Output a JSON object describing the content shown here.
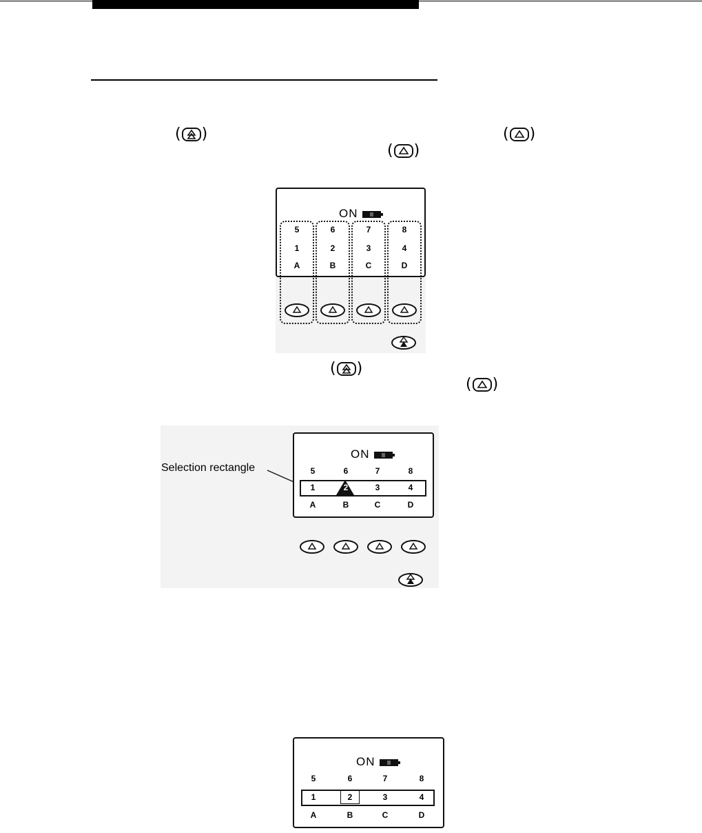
{
  "figure1": {
    "status": "ON",
    "rows": [
      [
        "5",
        "6",
        "7",
        "8"
      ],
      [
        "1",
        "2",
        "3",
        "4"
      ],
      [
        "A",
        "B",
        "C",
        "D"
      ]
    ]
  },
  "figure2": {
    "status": "ON",
    "callout": "Selection rectangle",
    "rows": [
      [
        "5",
        "6",
        "7",
        "8"
      ],
      [
        "1",
        "2",
        "3",
        "4"
      ],
      [
        "A",
        "B",
        "C",
        "D"
      ]
    ],
    "highlighted_key": "2"
  },
  "figure3": {
    "status": "ON",
    "rows": [
      [
        "5",
        "6",
        "7",
        "8"
      ],
      [
        "1",
        "2",
        "3",
        "4"
      ],
      [
        "A",
        "B",
        "C",
        "D"
      ]
    ],
    "highlighted_key": "2"
  },
  "icons": {
    "double_arrow_button": "double-arrow-button-icon",
    "single_arrow_button": "single-arrow-button-icon"
  }
}
